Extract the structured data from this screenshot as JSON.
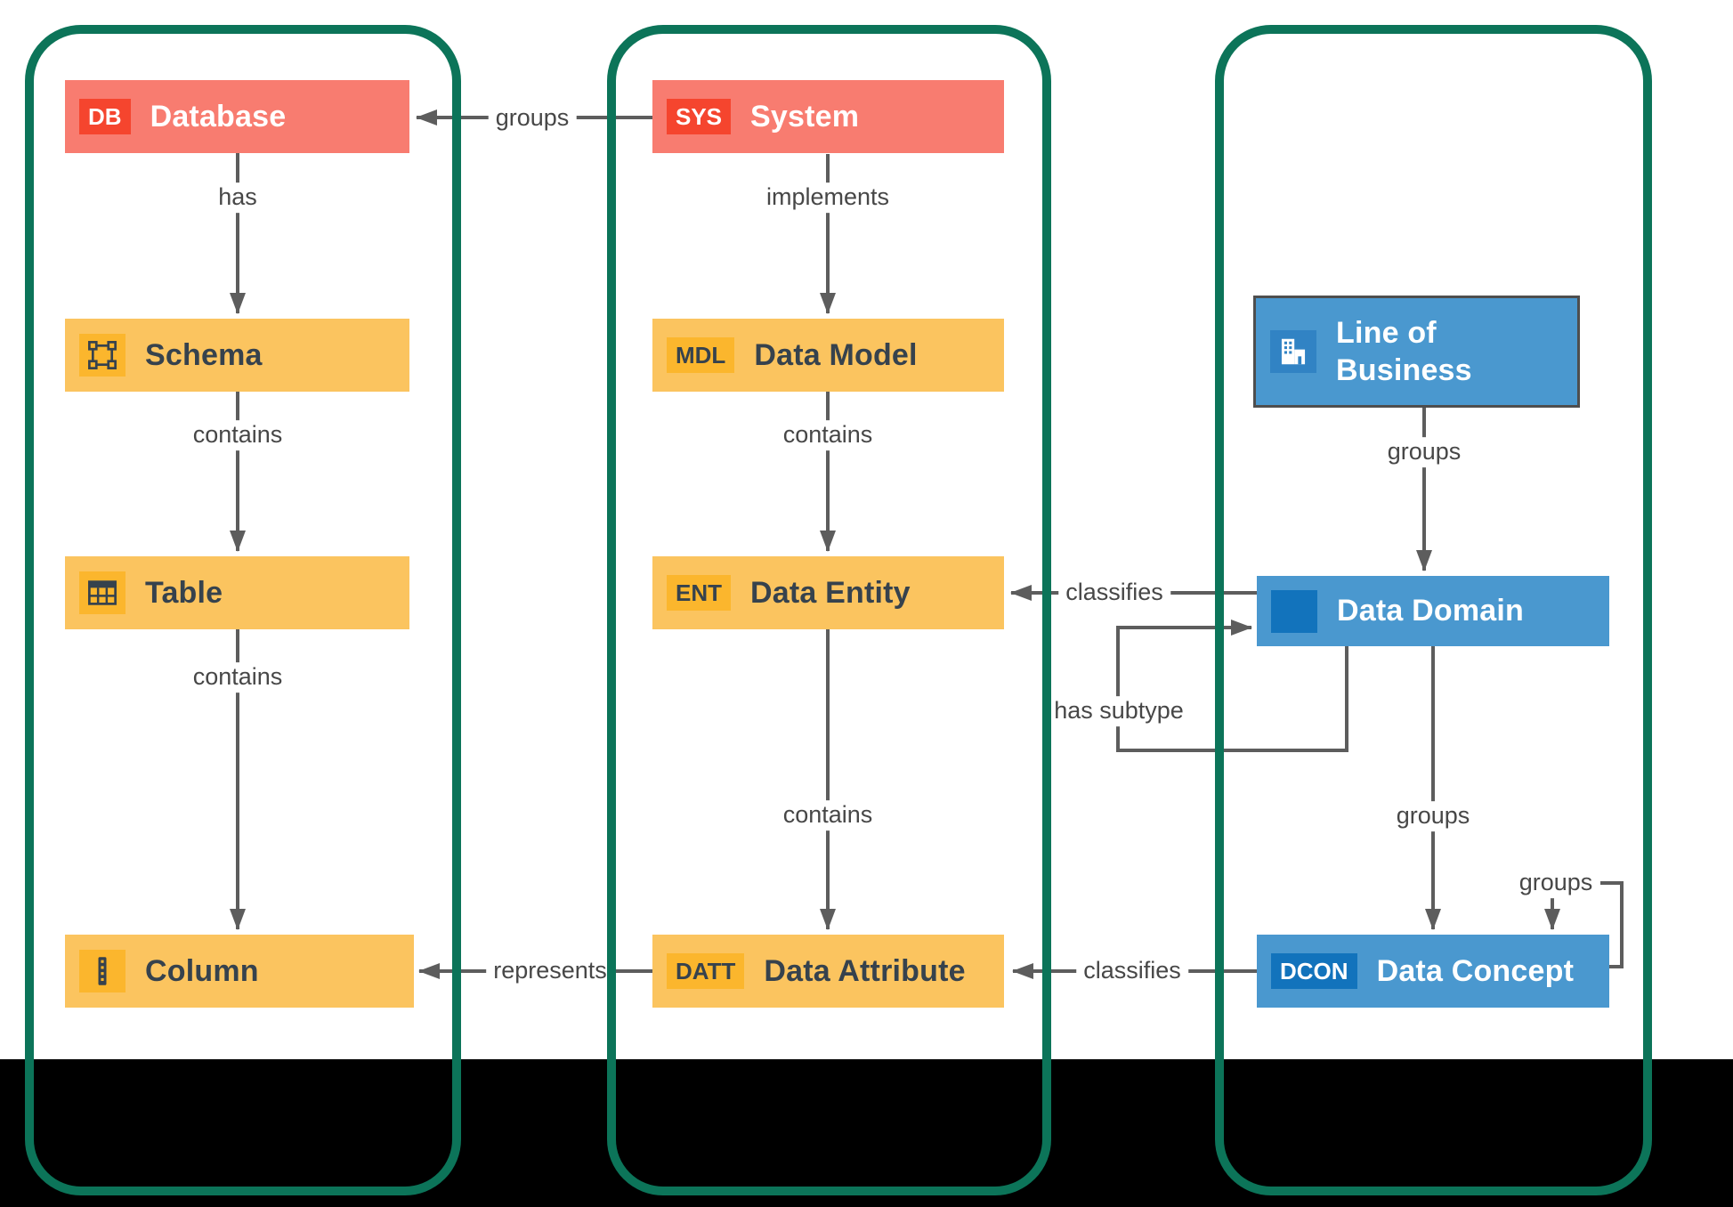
{
  "palette": {
    "group_outline": "#0C7459",
    "red_box": "#F87C70",
    "red_badge": "#F5452E",
    "yellow_box": "#FBC45F",
    "yellow_badge": "#FBB62D",
    "blue_box": "#4A98CF",
    "blue_badge": "#1273BC",
    "edge_line": "#5D5D5D",
    "edge_label_text": "#474747",
    "dark_text": "#36424D",
    "canvas_bg": "#FFFFFF",
    "bottom_band": "#000000"
  },
  "nodes": {
    "database": {
      "label": "Database",
      "badge": "DB"
    },
    "schema": {
      "label": "Schema",
      "icon": "schema-icon"
    },
    "table": {
      "label": "Table",
      "icon": "table-icon"
    },
    "column": {
      "label": "Column",
      "icon": "column-icon"
    },
    "system": {
      "label": "System",
      "badge": "SYS"
    },
    "data_model": {
      "label": "Data Model",
      "badge": "MDL"
    },
    "data_entity": {
      "label": "Data Entity",
      "badge": "ENT"
    },
    "data_attribute": {
      "label": "Data Attribute",
      "badge": "DATT"
    },
    "line_of_business": {
      "label": "Line of Business",
      "icon": "building-icon"
    },
    "data_domain": {
      "label": "Data Domain",
      "icon": "blue-square-icon"
    },
    "data_concept": {
      "label": "Data Concept",
      "badge": "DCON"
    }
  },
  "edges": {
    "system_groups_database": "groups",
    "database_has_schema": "has",
    "schema_contains_table": "contains",
    "table_contains_column": "contains",
    "system_implements_model": "implements",
    "model_contains_entity": "contains",
    "entity_contains_attribute": "contains",
    "lob_groups_domain": "groups",
    "domain_classifies_entity": "classifies",
    "domain_has_subtype": "has subtype",
    "domain_groups_concept": "groups",
    "concept_groups_self": "groups",
    "concept_classifies_attribute": "classifies",
    "attribute_represents_column": "represents"
  }
}
